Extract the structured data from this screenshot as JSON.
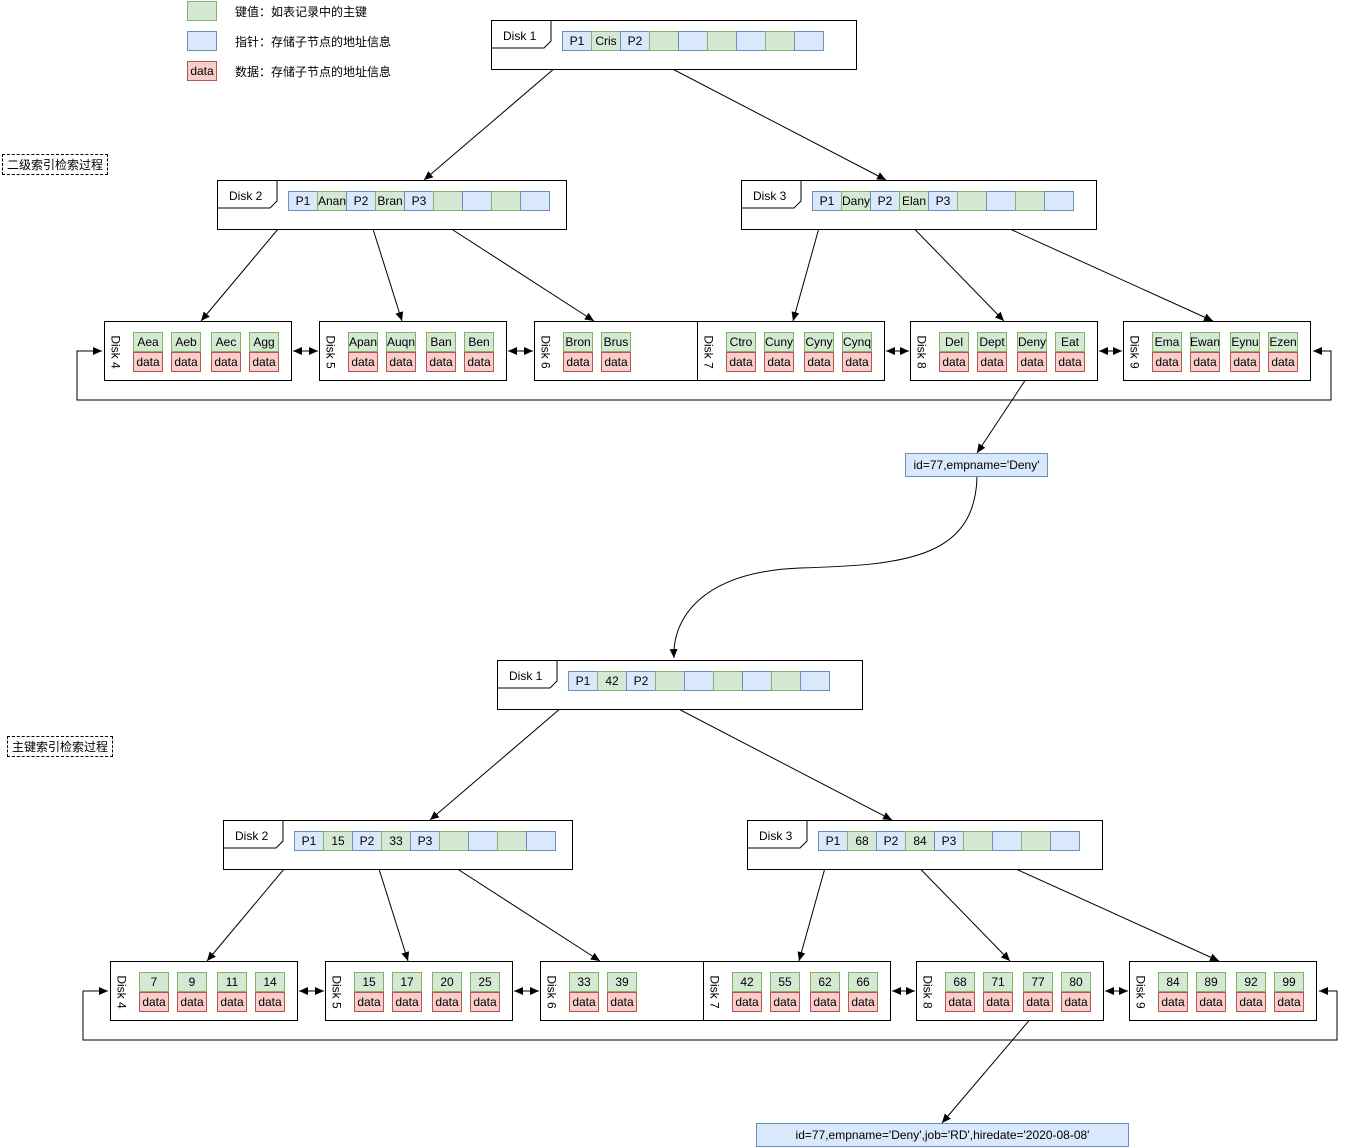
{
  "legend": {
    "key": {
      "swatch": "",
      "text": "键值：如表记录中的主键"
    },
    "pointer": {
      "swatch": "",
      "text": "指针：存储子节点的地址信息"
    },
    "data": {
      "swatch": "data",
      "text": "数据：存储子节点的地址信息"
    }
  },
  "colors": {
    "pointer_fill": "#dae8fc",
    "key_fill": "#d5e8d4",
    "data_fill": "#f8cecc"
  },
  "secondary": {
    "label": "二级索引检索过程",
    "root": {
      "disk": "Disk 1",
      "cells": [
        "P1",
        "Cris",
        "P2",
        "",
        "",
        "",
        "",
        "",
        ""
      ]
    },
    "inner": [
      {
        "disk": "Disk 2",
        "cells": [
          "P1",
          "Anan",
          "P2",
          "Bran",
          "P3",
          "",
          "",
          "",
          ""
        ]
      },
      {
        "disk": "Disk 3",
        "cells": [
          "P1",
          "Dany",
          "P2",
          "Elan",
          "P3",
          "",
          "",
          "",
          ""
        ]
      }
    ],
    "leaves": [
      {
        "disk": "Disk 4",
        "keys": [
          "Aea",
          "Aeb",
          "Aec",
          "Agg"
        ],
        "data": "data"
      },
      {
        "disk": "Disk 5",
        "keys": [
          "Apan",
          "Auqn",
          "Ban",
          "Ben"
        ],
        "data": "data"
      },
      {
        "disk": "Disk 6",
        "keys": [
          "Bron",
          "Brus"
        ],
        "data": "data"
      },
      {
        "disk": "Disk 7",
        "keys": [
          "Ctro",
          "Cuny",
          "Cyny",
          "Cynq"
        ],
        "data": "data"
      },
      {
        "disk": "Disk 8",
        "keys": [
          "Del",
          "Dept",
          "Deny",
          "Eat"
        ],
        "data": "data"
      },
      {
        "disk": "Disk 9",
        "keys": [
          "Ema",
          "Ewan",
          "Eynu",
          "Ezen"
        ],
        "data": "data"
      }
    ],
    "result": "id=77,empname='Deny'"
  },
  "primary": {
    "label": "主键索引检索过程",
    "root": {
      "disk": "Disk 1",
      "cells": [
        "P1",
        "42",
        "P2",
        "",
        "",
        "",
        "",
        "",
        ""
      ]
    },
    "inner": [
      {
        "disk": "Disk 2",
        "cells": [
          "P1",
          "15",
          "P2",
          "33",
          "P3",
          "",
          "",
          "",
          ""
        ]
      },
      {
        "disk": "Disk 3",
        "cells": [
          "P1",
          "68",
          "P2",
          "84",
          "P3",
          "",
          "",
          "",
          ""
        ]
      }
    ],
    "leaves": [
      {
        "disk": "Disk 4",
        "keys": [
          "7",
          "9",
          "11",
          "14"
        ],
        "data": "data"
      },
      {
        "disk": "Disk 5",
        "keys": [
          "15",
          "17",
          "20",
          "25"
        ],
        "data": "data"
      },
      {
        "disk": "Disk 6",
        "keys": [
          "33",
          "39"
        ],
        "data": "data"
      },
      {
        "disk": "Disk 7",
        "keys": [
          "42",
          "55",
          "62",
          "66"
        ],
        "data": "data"
      },
      {
        "disk": "Disk 8",
        "keys": [
          "68",
          "71",
          "77",
          "80"
        ],
        "data": "data"
      },
      {
        "disk": "Disk 9",
        "keys": [
          "84",
          "89",
          "92",
          "99"
        ],
        "data": "data"
      }
    ],
    "result": "id=77,empname='Deny',job='RD',hiredate='2020-08-08'"
  }
}
